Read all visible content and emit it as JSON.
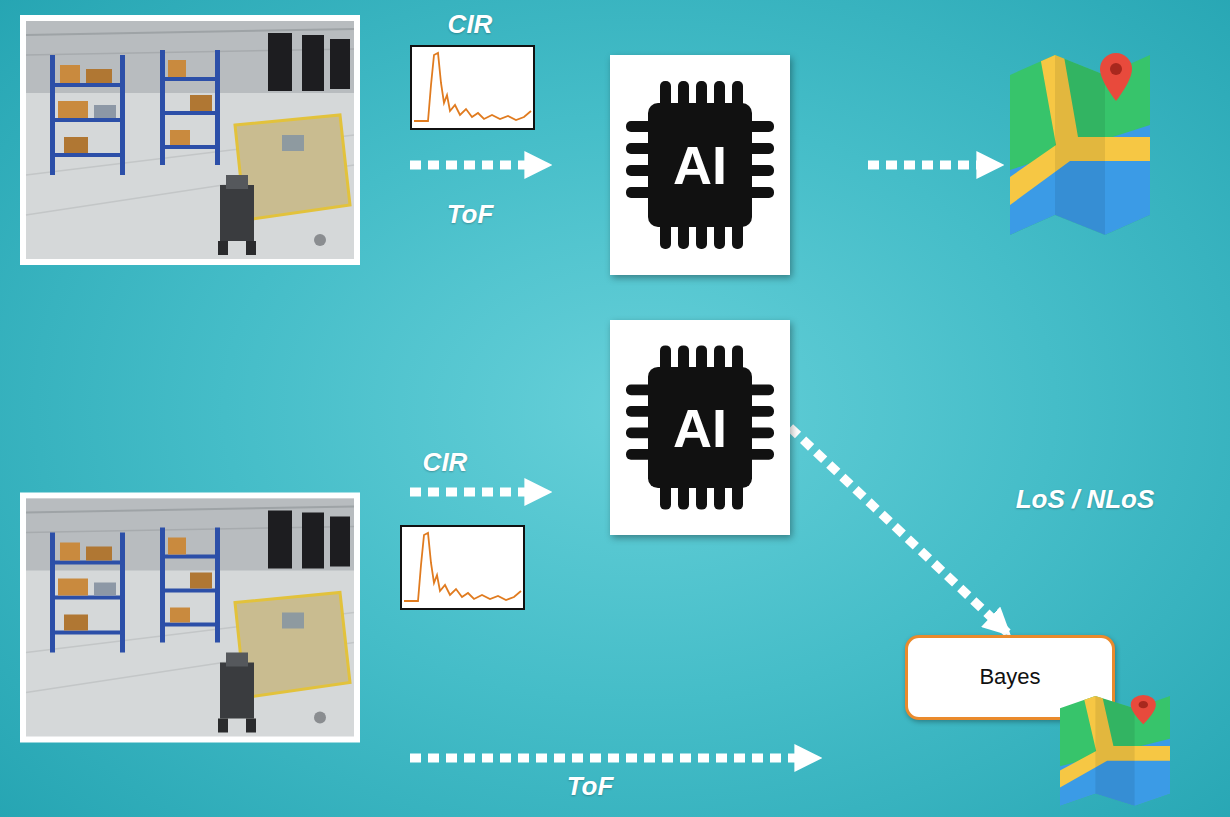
{
  "diagram": {
    "nodes": [
      {
        "text": [
          "AI"
        ]
      },
      {
        "text": [
          "AI"
        ]
      },
      {
        "text": [
          "Bayes"
        ]
      }
    ],
    "edges": [
      {
        "from": 1,
        "to": 2,
        "arrow": "to",
        "label": "LoS / NLoS"
      }
    ],
    "labels": [
      "CIR",
      "ToF",
      "CIR",
      "ToF"
    ]
  }
}
